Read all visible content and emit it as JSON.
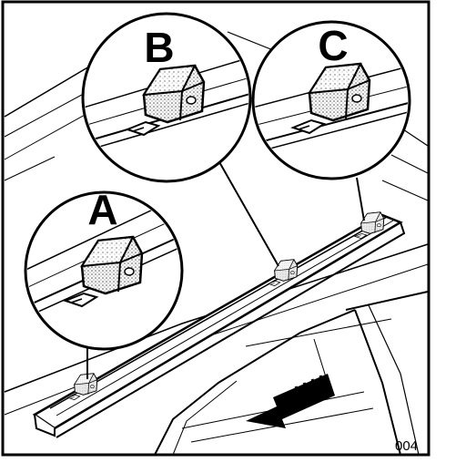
{
  "callouts": [
    {
      "letter": "A"
    },
    {
      "letter": "B"
    },
    {
      "letter": "C"
    }
  ],
  "figure_code": "004",
  "colors": {
    "ink": "#000000",
    "paper": "#ffffff",
    "stipple": "#8a8a8a"
  },
  "icons": {
    "direction_arrow": "arrow-left-down-icon",
    "clip": "roof-rail-clip-icon"
  }
}
